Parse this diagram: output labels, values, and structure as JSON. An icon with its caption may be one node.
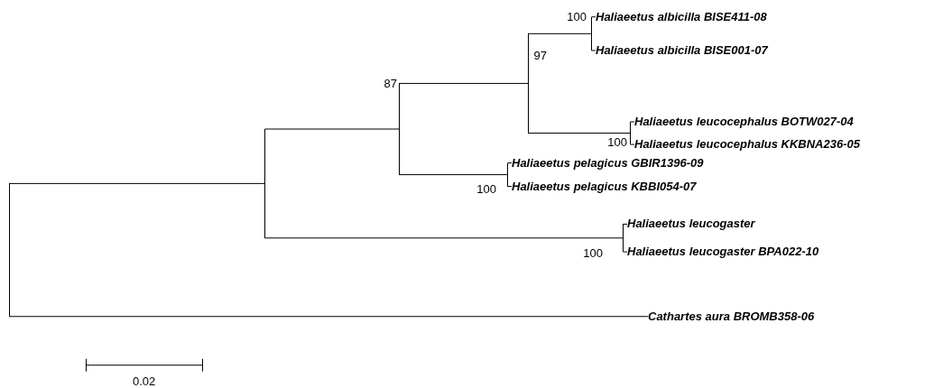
{
  "diagram": {
    "nodes": [
      {
        "text": [],
        "shape": "bar"
      },
      {
        "text": [],
        "shape": "bar"
      },
      {
        "text": [],
        "shape": "bar",
        "beside": [
          "87"
        ]
      },
      {
        "text": [],
        "shape": "bar",
        "beside": [
          "97"
        ]
      },
      {
        "text": [],
        "shape": "bar",
        "beside": [
          "100"
        ]
      },
      {
        "text": [
          "Haliaeetus albicilla BISE411-08"
        ]
      },
      {
        "text": [
          "Haliaeetus albicilla BISE001-07"
        ]
      },
      {
        "text": [],
        "shape": "bar",
        "beside": [
          "100"
        ]
      },
      {
        "text": [
          "Haliaeetus leucocephalus BOTW027-04"
        ]
      },
      {
        "text": [
          "Haliaeetus leucocephalus KKBNA236-05"
        ]
      },
      {
        "text": [],
        "shape": "bar",
        "beside": [
          "100"
        ]
      },
      {
        "text": [
          "Haliaeetus pelagicus GBIR1396-09"
        ]
      },
      {
        "text": [
          "Haliaeetus pelagicus KBBI054-07"
        ]
      },
      {
        "text": [],
        "shape": "bar",
        "beside": [
          "100"
        ]
      },
      {
        "text": [
          "Haliaeetus leucogaster"
        ]
      },
      {
        "text": [
          "Haliaeetus leucogaster BPA022-10"
        ]
      },
      {
        "text": [
          "Cathartes aura BROMB358-06"
        ]
      }
    ],
    "edges": [
      {
        "from": 0,
        "to": 1,
        "arrow": "none"
      },
      {
        "from": 0,
        "to": 16,
        "arrow": "none"
      },
      {
        "from": 1,
        "to": 2,
        "arrow": "none"
      },
      {
        "from": 1,
        "to": 13,
        "arrow": "none"
      },
      {
        "from": 2,
        "to": 3,
        "arrow": "none"
      },
      {
        "from": 2,
        "to": 10,
        "arrow": "none"
      },
      {
        "from": 3,
        "to": 4,
        "arrow": "none"
      },
      {
        "from": 3,
        "to": 7,
        "arrow": "none"
      },
      {
        "from": 4,
        "to": 5,
        "arrow": "none"
      },
      {
        "from": 4,
        "to": 6,
        "arrow": "none"
      },
      {
        "from": 7,
        "to": 8,
        "arrow": "none"
      },
      {
        "from": 7,
        "to": 9,
        "arrow": "none"
      },
      {
        "from": 10,
        "to": 11,
        "arrow": "none"
      },
      {
        "from": 10,
        "to": 12,
        "arrow": "none"
      },
      {
        "from": 13,
        "to": 14,
        "arrow": "none"
      },
      {
        "from": 13,
        "to": 15,
        "arrow": "none"
      }
    ],
    "labels": [
      "0.02"
    ]
  }
}
